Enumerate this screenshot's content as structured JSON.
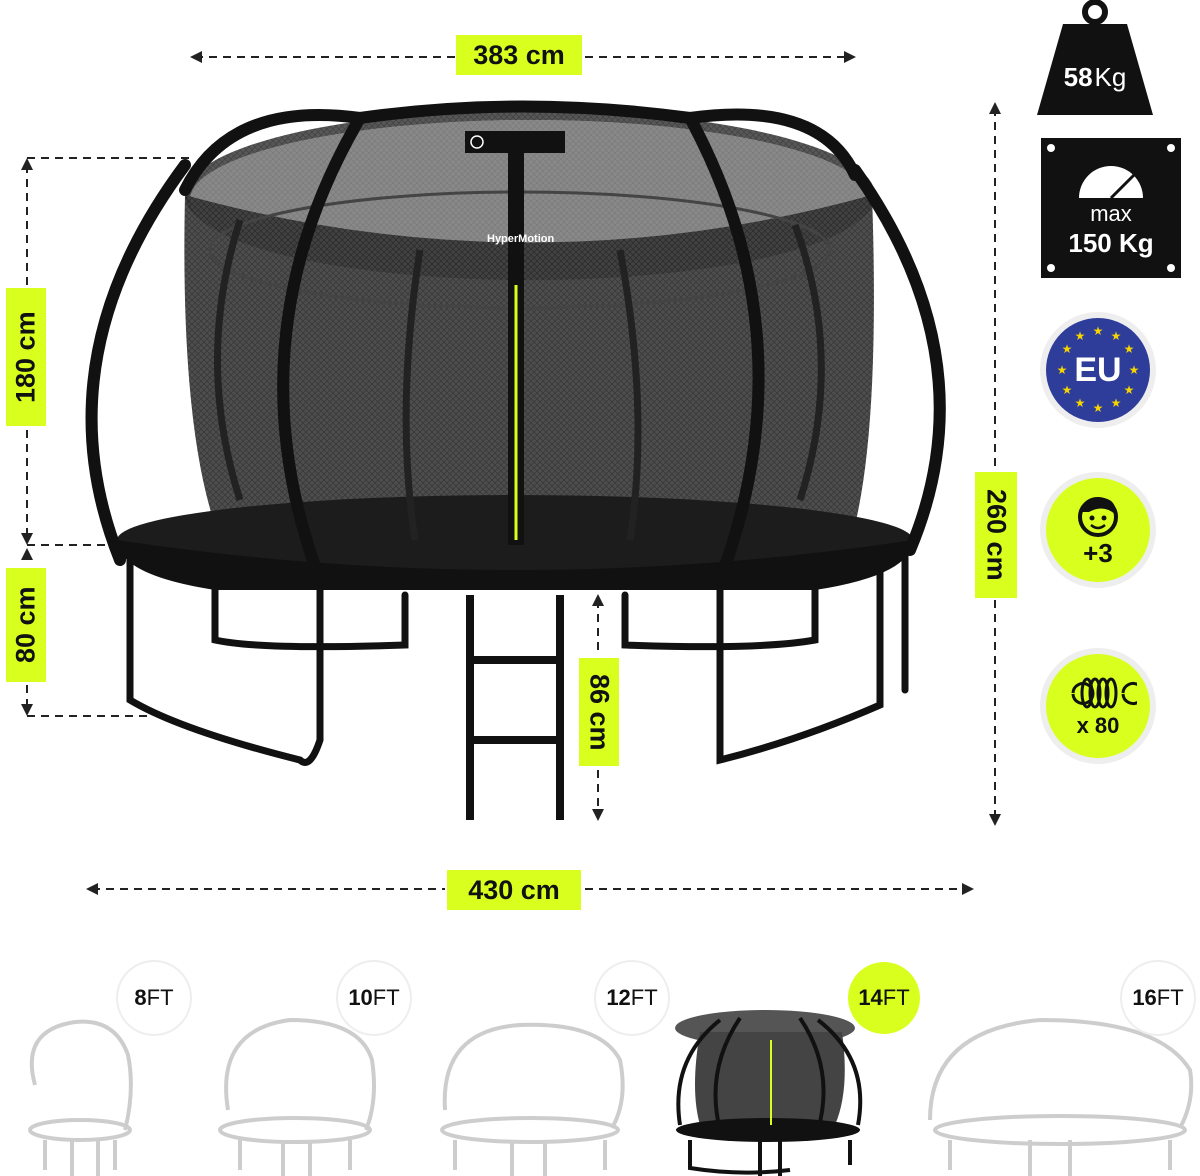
{
  "dimensions": {
    "top_width": "383 cm",
    "net_height": "180 cm",
    "frame_height": "80 cm",
    "total_height": "260 cm",
    "ladder_height": "86 cm",
    "base_width": "430 cm"
  },
  "brand": {
    "logo_text": "HyperMotion"
  },
  "badges": {
    "weight": {
      "value": "58",
      "unit": "Kg"
    },
    "max_load": {
      "label": "max",
      "value": "150 Kg"
    },
    "eu": {
      "text": "EU"
    },
    "age": {
      "text": "+3"
    },
    "springs": {
      "text": "x 80"
    }
  },
  "sizes": [
    {
      "num": "8",
      "unit": "FT",
      "active": false
    },
    {
      "num": "10",
      "unit": "FT",
      "active": false
    },
    {
      "num": "12",
      "unit": "FT",
      "active": false
    },
    {
      "num": "14",
      "unit": "FT",
      "active": true
    },
    {
      "num": "16",
      "unit": "FT",
      "active": false
    }
  ],
  "colors": {
    "accent": "#d9ff1f",
    "frame": "#111111",
    "eu_blue": "#2f3d9a",
    "star": "#f5d400"
  }
}
